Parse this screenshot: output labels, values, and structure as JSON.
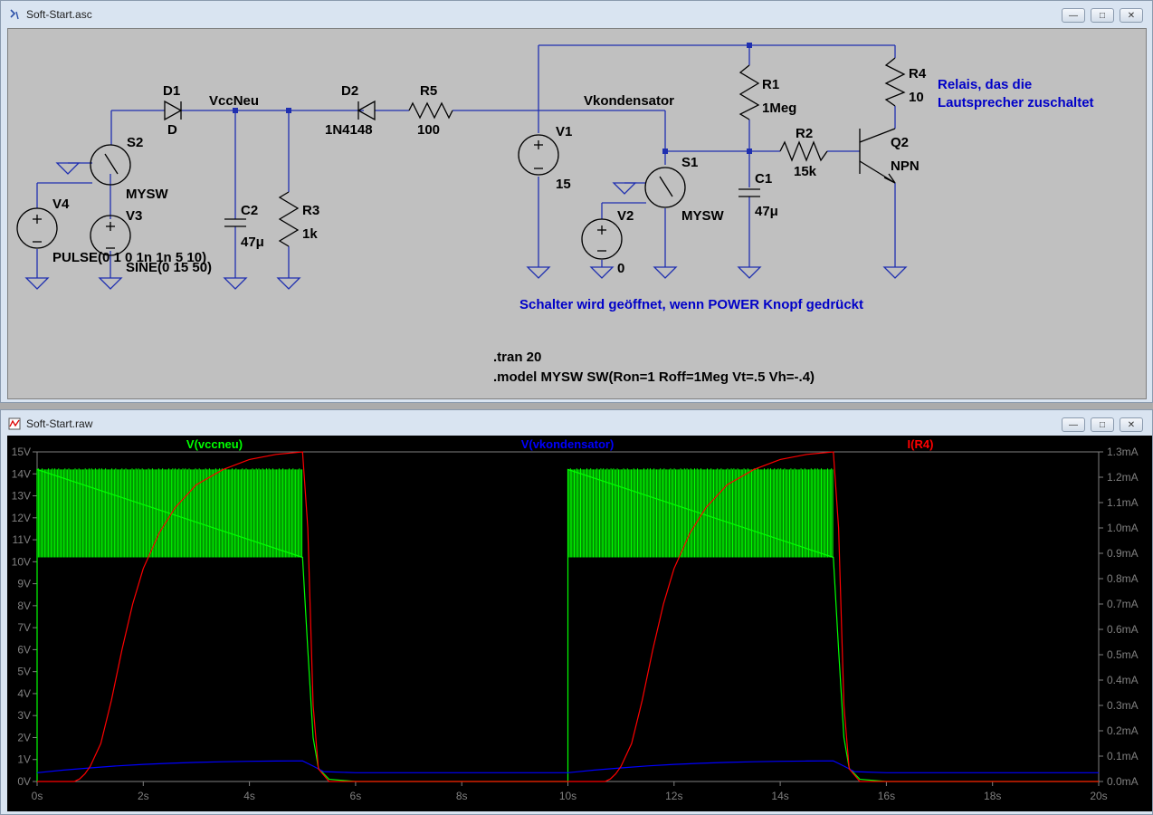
{
  "schematic_window": {
    "title": "Soft-Start.asc",
    "labels": {
      "D1": "D1",
      "D1_model": "D",
      "VccNeu": "VccNeu",
      "D2": "D2",
      "D2_model": "1N4148",
      "R5": "R5",
      "R5_val": "100",
      "Vkondensator": "Vkondensator",
      "V1": "V1",
      "V1_val": "15",
      "R1": "R1",
      "R1_val": "1Meg",
      "R4": "R4",
      "R4_val": "10",
      "R2": "R2",
      "R2_val": "15k",
      "Q2": "Q2",
      "Q2_model": "NPN",
      "C1": "C1",
      "C1_val": "47μ",
      "S1": "S1",
      "S1_model": "MYSW",
      "V2": "V2",
      "V2_val": "0",
      "S2": "S2",
      "S2_model": "MYSW",
      "V4": "V4",
      "V4_val": "PULSE(0 1 0 1n 1n 5 10)",
      "V3": "V3",
      "V3_val": "SINE(0 15 50)",
      "C2": "C2",
      "C2_val": "47μ",
      "R3": "R3",
      "R3_val": "1k"
    },
    "comment_relais_1": "Relais, das die",
    "comment_relais_2": "Lautsprecher zuschaltet",
    "comment_switch": "Schalter wird geöffnet, wenn POWER Knopf gedrückt",
    "directive_tran": ".tran 20",
    "directive_model": ".model MYSW SW(Ron=1 Roff=1Meg Vt=.5 Vh=-.4)"
  },
  "plot_window": {
    "title": "Soft-Start.raw"
  },
  "colors": {
    "schematic_bg": "#C0C0C0",
    "wire": "#1F2FB0",
    "symbol": "#000000",
    "comment": "#0000C8",
    "plot_bg": "#000000",
    "green": "#00FF00",
    "blue": "#0000FF",
    "red": "#FF0000"
  },
  "chart_data": {
    "type": "line",
    "xlabel_ticks": [
      "0s",
      "2s",
      "4s",
      "6s",
      "8s",
      "10s",
      "12s",
      "14s",
      "16s",
      "18s",
      "20s"
    ],
    "x_range": [
      0,
      20
    ],
    "y_left_range": [
      0,
      15
    ],
    "y_left_ticks": [
      "0V",
      "1V",
      "2V",
      "3V",
      "4V",
      "5V",
      "6V",
      "7V",
      "8V",
      "9V",
      "10V",
      "11V",
      "12V",
      "13V",
      "14V",
      "15V"
    ],
    "y_right_range": [
      0,
      1.3
    ],
    "y_right_ticks": [
      "0.0mA",
      "0.1mA",
      "0.2mA",
      "0.3mA",
      "0.4mA",
      "0.5mA",
      "0.6mA",
      "0.7mA",
      "0.8mA",
      "0.9mA",
      "1.0mA",
      "1.1mA",
      "1.2mA",
      "1.3mA"
    ],
    "grid": false,
    "series": [
      {
        "name": "V(vccneu)",
        "axis": "left",
        "color": "#00FF00",
        "band_segments": [
          {
            "x0": 0.0,
            "x1": 5.0,
            "ymin": 10.2,
            "ymax": 14.2
          },
          {
            "x0": 10.0,
            "x1": 15.0,
            "ymin": 10.2,
            "ymax": 14.2
          }
        ],
        "x": [
          0.0,
          0.0,
          5.0,
          5.1,
          5.2,
          5.3,
          5.5,
          6.0,
          10.0,
          10.0,
          15.0,
          15.1,
          15.2,
          15.3,
          15.5,
          16.0,
          20.0
        ],
        "y": [
          0,
          14.2,
          10.2,
          6.0,
          2.0,
          0.6,
          0.1,
          0,
          0,
          14.2,
          10.2,
          6.0,
          2.0,
          0.6,
          0.1,
          0,
          0
        ]
      },
      {
        "name": "V(vkondensator)",
        "axis": "left",
        "color": "#0000FF",
        "x": [
          0,
          0.5,
          1,
          1.5,
          2,
          2.5,
          3,
          3.5,
          4,
          4.5,
          5,
          5.2,
          5.4,
          6,
          8,
          10,
          10.5,
          11,
          11.5,
          12,
          12.5,
          13,
          13.5,
          14,
          14.5,
          15,
          15.2,
          15.4,
          16,
          18,
          20
        ],
        "y": [
          0.4,
          0.52,
          0.62,
          0.71,
          0.78,
          0.83,
          0.87,
          0.9,
          0.92,
          0.93,
          0.94,
          0.7,
          0.45,
          0.4,
          0.4,
          0.4,
          0.52,
          0.62,
          0.71,
          0.78,
          0.83,
          0.87,
          0.9,
          0.92,
          0.93,
          0.94,
          0.7,
          0.45,
          0.4,
          0.4,
          0.4
        ]
      },
      {
        "name": "I(R4)",
        "axis": "right",
        "color": "#FF0000",
        "x": [
          0,
          0.7,
          0.8,
          0.9,
          1.0,
          1.2,
          1.4,
          1.6,
          1.8,
          2.0,
          2.3,
          2.6,
          3.0,
          3.5,
          4.0,
          4.5,
          5.0,
          5.1,
          5.2,
          5.3,
          5.5,
          6,
          10,
          10.7,
          10.8,
          10.9,
          11.0,
          11.2,
          11.4,
          11.6,
          11.8,
          12.0,
          12.3,
          12.6,
          13.0,
          13.5,
          14.0,
          14.5,
          15.0,
          15.1,
          15.2,
          15.3,
          15.5,
          16,
          20
        ],
        "y": [
          0,
          0,
          0.01,
          0.03,
          0.06,
          0.15,
          0.32,
          0.52,
          0.7,
          0.84,
          0.98,
          1.08,
          1.17,
          1.23,
          1.27,
          1.29,
          1.3,
          1.0,
          0.3,
          0.05,
          0,
          0,
          0,
          0,
          0.01,
          0.03,
          0.06,
          0.15,
          0.32,
          0.52,
          0.7,
          0.84,
          0.98,
          1.08,
          1.17,
          1.23,
          1.27,
          1.29,
          1.3,
          1.0,
          0.3,
          0.05,
          0,
          0,
          0
        ]
      }
    ]
  }
}
